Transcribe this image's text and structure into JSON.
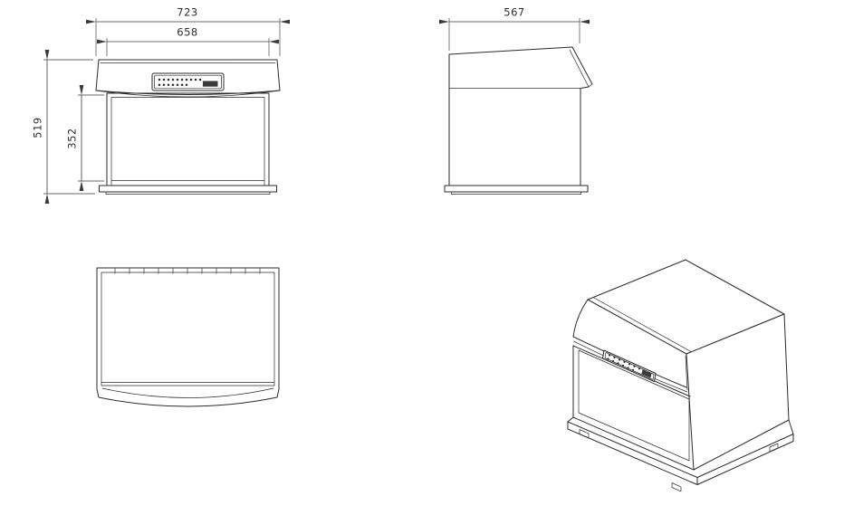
{
  "dimensions": {
    "overall_width": "723",
    "opening_width": "658",
    "overall_height": "519",
    "opening_height": "352",
    "depth": "567"
  }
}
